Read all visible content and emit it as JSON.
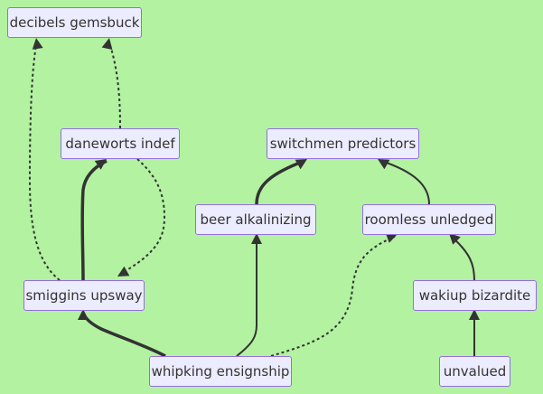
{
  "diagram": {
    "type": "flowchart",
    "background": "#b2f2a0",
    "node_fill": "#ececff",
    "node_border": "#9370db",
    "edge_color": "#333333",
    "nodes": [
      {
        "id": "decibels",
        "label": "decibels gemsbuck"
      },
      {
        "id": "daneworts",
        "label": "daneworts indef"
      },
      {
        "id": "switchmen",
        "label": "switchmen predictors"
      },
      {
        "id": "beer",
        "label": "beer alkalinizing"
      },
      {
        "id": "roomless",
        "label": "roomless unledged"
      },
      {
        "id": "smiggins",
        "label": "smiggins upsway"
      },
      {
        "id": "wakiup",
        "label": "wakiup bizardite"
      },
      {
        "id": "whipking",
        "label": "whipking ensignship"
      },
      {
        "id": "unvalued",
        "label": "unvalued"
      }
    ],
    "edges": [
      {
        "from": "smiggins",
        "to": "decibels",
        "style": "dotted"
      },
      {
        "from": "daneworts",
        "to": "decibels",
        "style": "dotted"
      },
      {
        "from": "smiggins",
        "to": "daneworts",
        "style": "thick"
      },
      {
        "from": "daneworts",
        "to": "smiggins",
        "style": "dotted"
      },
      {
        "from": "beer",
        "to": "switchmen",
        "style": "thick"
      },
      {
        "from": "roomless",
        "to": "switchmen",
        "style": "normal"
      },
      {
        "from": "wakiup",
        "to": "roomless",
        "style": "normal"
      },
      {
        "from": "unvalued",
        "to": "wakiup",
        "style": "normal"
      },
      {
        "from": "whipking",
        "to": "smiggins",
        "style": "thick"
      },
      {
        "from": "whipking",
        "to": "beer",
        "style": "normal"
      },
      {
        "from": "whipking",
        "to": "roomless",
        "style": "dotted"
      }
    ]
  }
}
